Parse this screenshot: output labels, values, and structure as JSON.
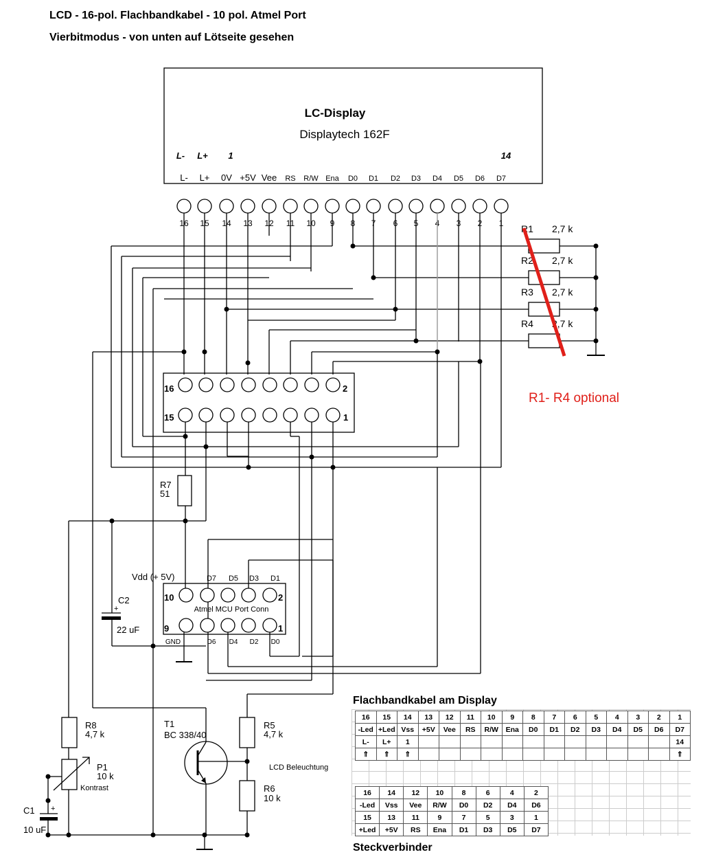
{
  "header": {
    "title": "LCD - 16-pol. Flachbandkabel - 10 pol. Atmel Port",
    "subtitle": "Vierbitmodus - von unten auf Lötseite gesehen"
  },
  "display": {
    "name": "LC-Display",
    "model": "Displaytech 162F",
    "marks": [
      "L-",
      "L+",
      "1",
      "14"
    ],
    "signals": [
      "L-",
      "L+",
      "0V",
      "+5V",
      "Vee",
      "RS",
      "R/W",
      "Ena",
      "D0",
      "D1",
      "D2",
      "D3",
      "D4",
      "D5",
      "D6",
      "D7"
    ],
    "pins": [
      "16",
      "15",
      "14",
      "13",
      "12",
      "11",
      "10",
      "9",
      "8",
      "7",
      "6",
      "5",
      "4",
      "3",
      "2",
      "1"
    ]
  },
  "resistors_top": [
    {
      "name": "R1",
      "value": "2,7 k"
    },
    {
      "name": "R2",
      "value": "2,7 k"
    },
    {
      "name": "R3",
      "value": "2,7 k"
    },
    {
      "name": "R4",
      "value": "2,7 k"
    }
  ],
  "optional_note": "R1- R4 optional",
  "connector16": {
    "top_left": "16",
    "top_right": "2",
    "bottom_left": "15",
    "bottom_right": "1"
  },
  "r7": {
    "name": "R7",
    "value": "51"
  },
  "mcu": {
    "name": "Atmel MCU Port Conn",
    "vdd": "Vdd (+ 5V)",
    "top_labels": [
      "D7",
      "D5",
      "D3",
      "D1"
    ],
    "bottom_labels": [
      "GND",
      "D6",
      "D4",
      "D2",
      "D0"
    ],
    "pin_top_left": "10",
    "pin_top_right": "2",
    "pin_bottom_left": "9",
    "pin_bottom_right": "1"
  },
  "c2": {
    "name": "C2",
    "value": "22 uF"
  },
  "c1": {
    "name": "C1",
    "value": "10 uF"
  },
  "r8": {
    "name": "R8",
    "value": "4,7 k"
  },
  "p1": {
    "name": "P1",
    "value": "10 k",
    "label": "Kontrast"
  },
  "t1": {
    "name": "T1",
    "type": "BC 338/40"
  },
  "r5": {
    "name": "R5",
    "value": "4,7 k"
  },
  "r6": {
    "name": "R6",
    "value": "10 k"
  },
  "backlight_label": "LCD Beleuchtung",
  "table_display": {
    "title": "Flachbandkabel am Display",
    "rows": [
      [
        "16",
        "15",
        "14",
        "13",
        "12",
        "11",
        "10",
        "9",
        "8",
        "7",
        "6",
        "5",
        "4",
        "3",
        "2",
        "1"
      ],
      [
        "-Led",
        "+Led",
        "Vss",
        "+5V",
        "Vee",
        "RS",
        "R/W",
        "Ena",
        "D0",
        "D1",
        "D2",
        "D3",
        "D4",
        "D5",
        "D6",
        "D7"
      ],
      [
        "L-",
        "L+",
        "1",
        "",
        "",
        "",
        "",
        "",
        "",
        "",
        "",
        "",
        "",
        "",
        "",
        "14"
      ],
      [
        "⇑",
        "⇑",
        "⇑",
        "",
        "",
        "",
        "",
        "",
        "",
        "",
        "",
        "",
        "",
        "",
        "",
        "⇑"
      ]
    ]
  },
  "table_plug": {
    "title": "Steckverbinder",
    "rows": [
      [
        "16",
        "14",
        "12",
        "10",
        "8",
        "6",
        "4",
        "2"
      ],
      [
        "-Led",
        "Vss",
        "Vee",
        "R/W",
        "D0",
        "D2",
        "D4",
        "D6"
      ],
      [
        "15",
        "13",
        "11",
        "9",
        "7",
        "5",
        "3",
        "1"
      ],
      [
        "+Led",
        "+5V",
        "RS",
        "Ena",
        "D1",
        "D3",
        "D5",
        "D7"
      ]
    ]
  },
  "colors": {
    "ink": "#000000",
    "accent": "#e0201a",
    "grid": "#cccccc"
  }
}
